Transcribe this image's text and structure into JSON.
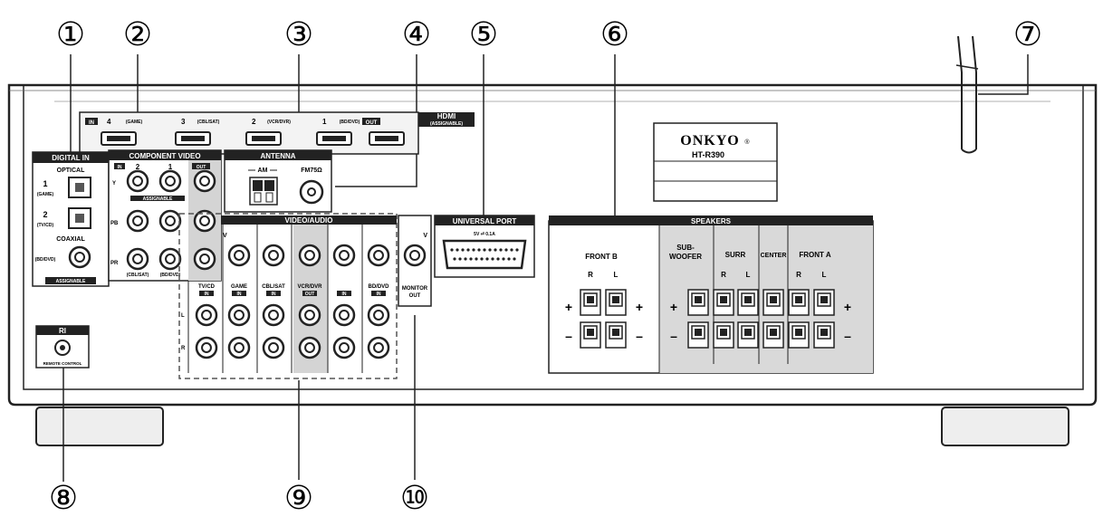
{
  "callouts": [
    "①",
    "②",
    "③",
    "④",
    "⑤",
    "⑥",
    "⑦",
    "⑧",
    "⑨",
    "⑩"
  ],
  "brand": "ONKYO",
  "brand_mark": "®",
  "model": "HT-R390",
  "hdmi": {
    "title": "HDMI",
    "subtitle": "(ASSIGNABLE)",
    "in_tag": "IN",
    "ports": [
      "4",
      "3",
      "2",
      "1"
    ],
    "port_names": [
      "(GAME)",
      "(CBL/SAT)",
      "(VCR/DVR)",
      "(BD/DVD)"
    ],
    "out_tag": "OUT"
  },
  "digital_in": {
    "title": "DIGITAL IN",
    "optical": "OPTICAL",
    "opt1": "1",
    "opt1_name": "(GAME)",
    "opt2": "2",
    "opt2_name": "(TV/CD)",
    "coaxial": "COAXIAL",
    "coax_name": "(BD/DVD)",
    "assignable": "ASSIGNABLE"
  },
  "component": {
    "title": "COMPONENT VIDEO",
    "in_tag": "IN",
    "in2": "2",
    "in1": "1",
    "out_tag": "OUT",
    "assignable": "ASSIGNABLE",
    "rows": [
      "Y",
      "PB",
      "PR"
    ],
    "in2_name": "(CBL/SAT)",
    "in1_name": "(BD/DVD)"
  },
  "antenna": {
    "title": "ANTENNA",
    "am": "AM",
    "fm": "FM75Ω"
  },
  "universal": {
    "title": "UNIVERSAL PORT",
    "sub": "5V ⏎ 0.1A"
  },
  "video_audio": {
    "title": "VIDEO/AUDIO",
    "v": "V",
    "l": "L",
    "r": "R",
    "cols": [
      {
        "name": "TV/CD",
        "tag": "IN"
      },
      {
        "name": "GAME",
        "tag": "IN"
      },
      {
        "name": "CBL/SAT",
        "tag": "IN"
      },
      {
        "name": "VCR/DVR",
        "tag": "OUT"
      },
      {
        "name": "",
        "tag": "IN"
      },
      {
        "name": "BD/DVD",
        "tag": "IN"
      }
    ],
    "monitor_v": "V",
    "monitor": "MONITOR",
    "monitor_out": "OUT"
  },
  "speakers": {
    "title": "SPEAKERS",
    "front_b": "FRONT B",
    "subwoofer": "SUB-\nWOOFER",
    "subwoofer_l1": "SUB-",
    "subwoofer_l2": "WOOFER",
    "surr": "SURR",
    "center": "CENTER",
    "front_a": "FRONT A",
    "r": "R",
    "l": "L",
    "plus": "+",
    "minus": "–"
  },
  "ri": {
    "title": "RI",
    "sub": "REMOTE CONTROL"
  }
}
